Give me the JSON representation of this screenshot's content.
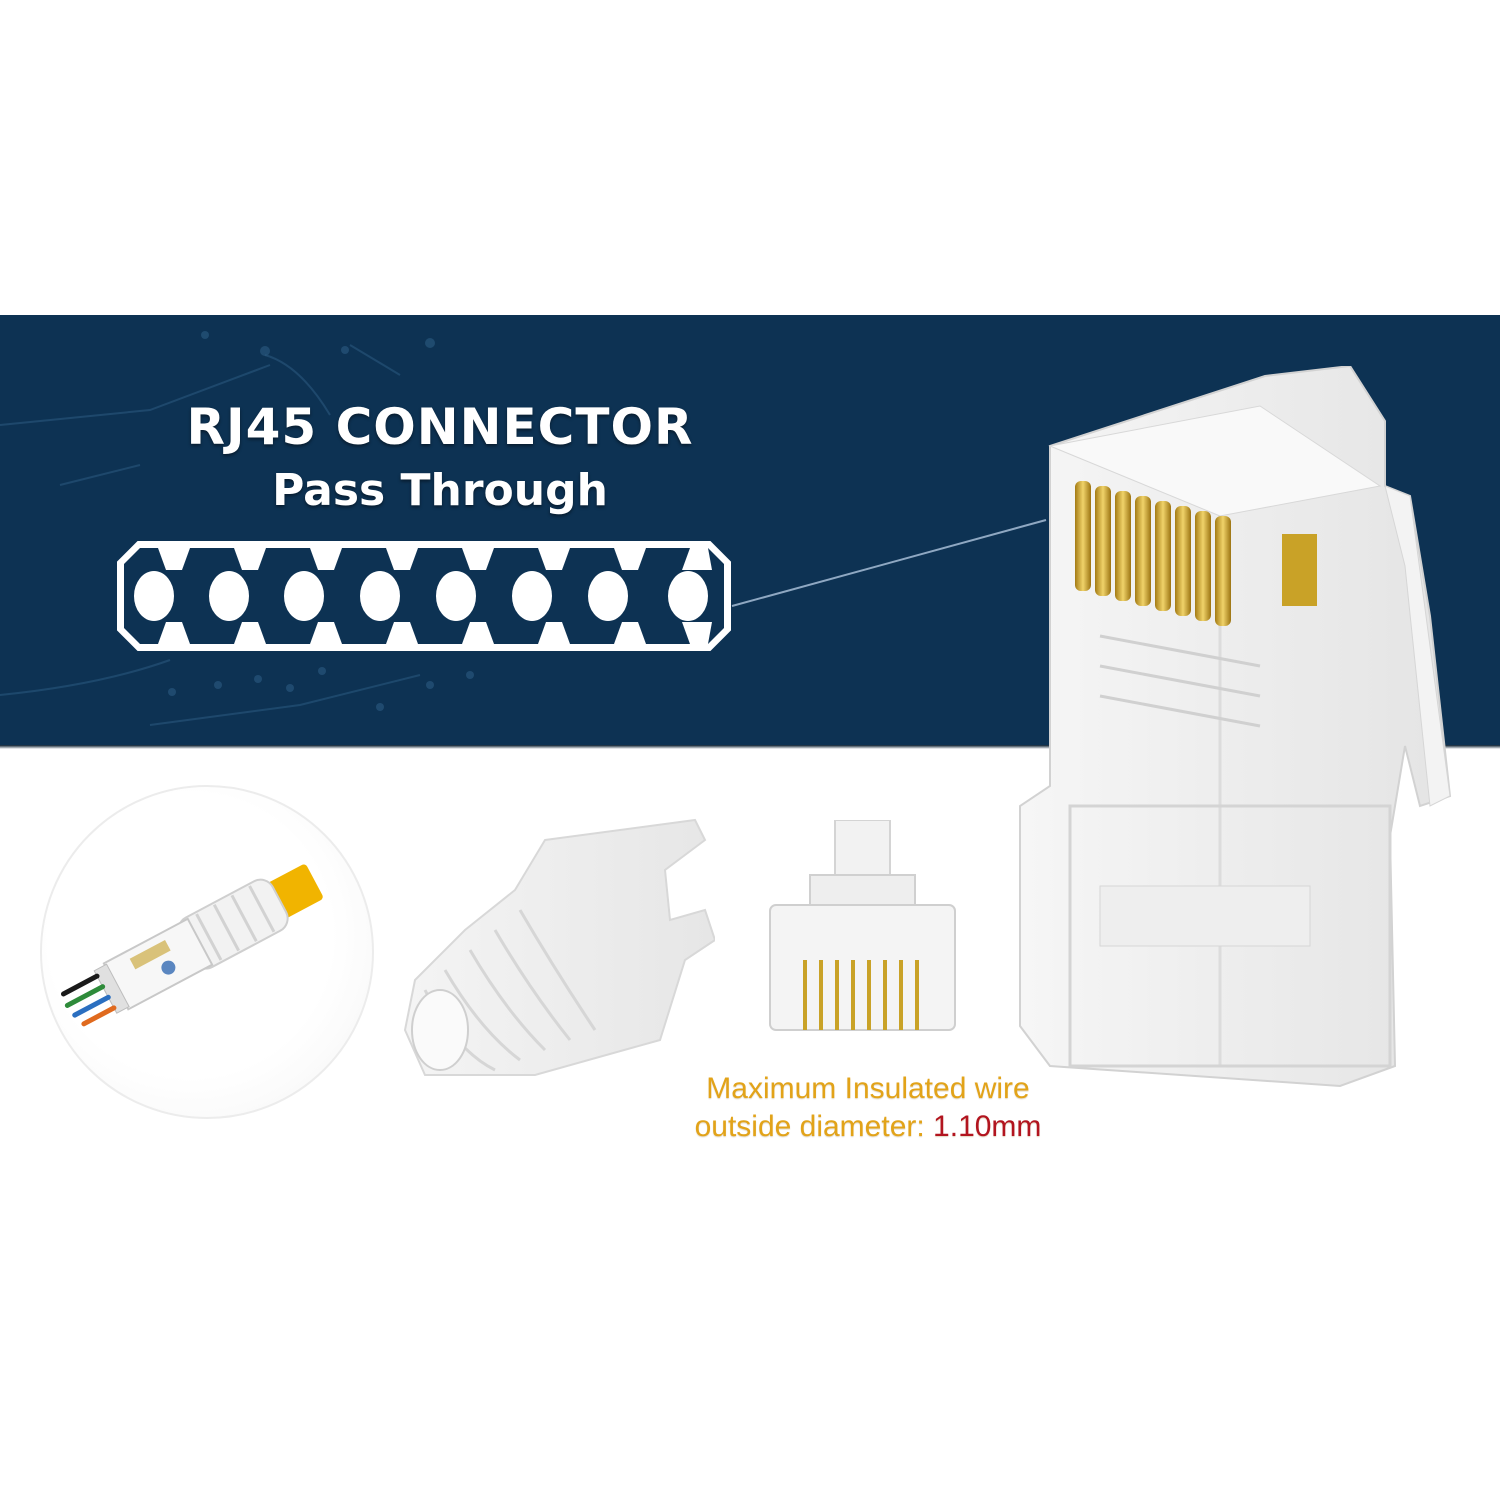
{
  "banner": {
    "background_color": "#0d3253",
    "title": "RJ45 CONNECTOR",
    "subtitle": "Pass Through",
    "pin_diagram": {
      "pin_count": 8,
      "icon": "pin-layout-icon"
    }
  },
  "products": [
    {
      "name": "assembled-pass-through-plug-with-cable",
      "icon": "ethernet-plug-icon",
      "cable_color": "#f1b400",
      "wire_colors": [
        "#1a1a1a",
        "#2e8b3a",
        "#2b6fc0",
        "#e06a1e"
      ]
    },
    {
      "name": "strain-relief-boot",
      "icon": "boot-icon"
    },
    {
      "name": "rj45-connector-front",
      "icon": "rj45-front-icon",
      "contact_count": 8
    },
    {
      "name": "rj45-connector-large",
      "icon": "rj45-connector-icon",
      "contact_color": "#c9a227"
    }
  ],
  "note": {
    "line1": "Maximum Insulated wire",
    "line2_prefix": "outside diameter: ",
    "line2_value": "1.10mm",
    "text_color": "#e2a319",
    "value_color": "#b2141f"
  }
}
